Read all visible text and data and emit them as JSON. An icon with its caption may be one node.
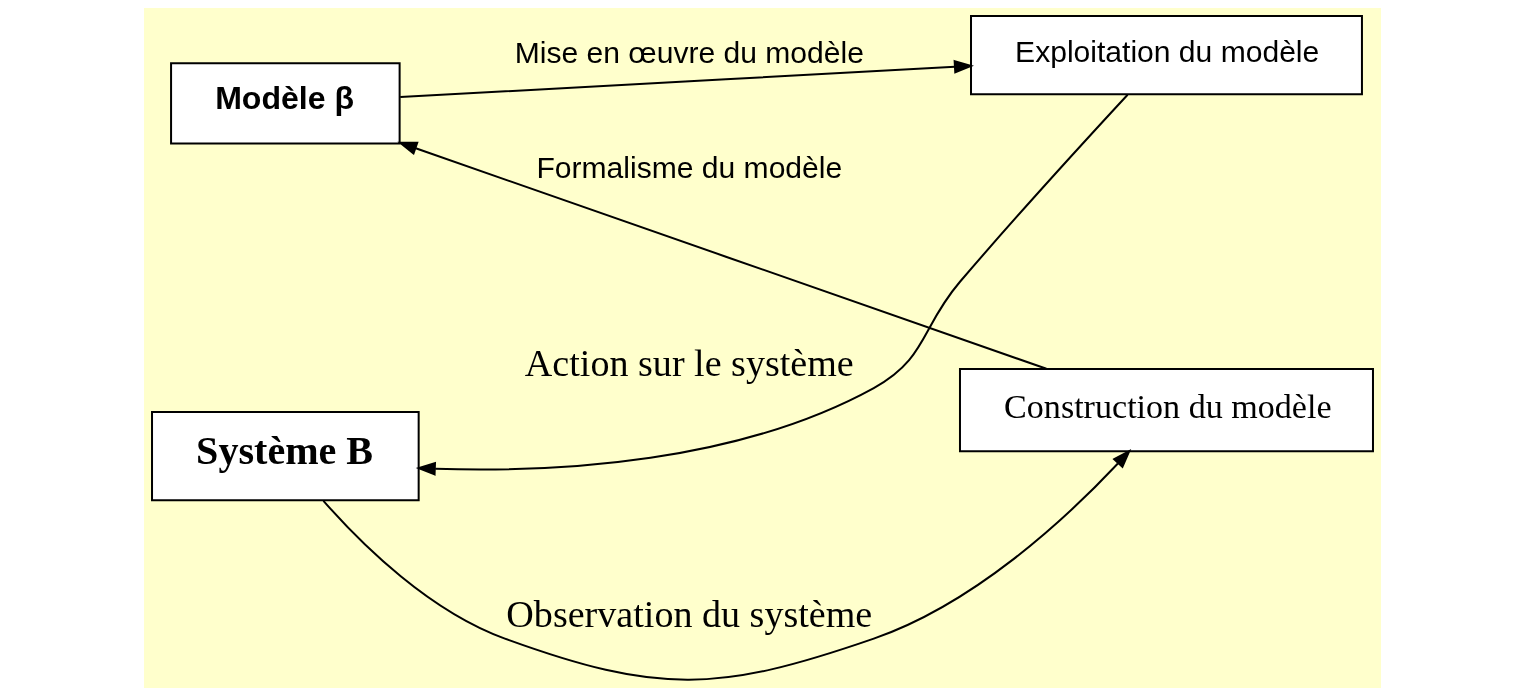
{
  "diagram": {
    "nodes": [
      {
        "text": [
          "Modèle β"
        ]
      },
      {
        "text": [
          "Exploitation du modèle"
        ]
      },
      {
        "text": [
          "Système B"
        ]
      },
      {
        "text": [
          "Construction du modèle"
        ]
      }
    ],
    "edges": [
      {
        "from": 3,
        "to": 0,
        "arrow": "to",
        "label": "Formalisme du modèle"
      },
      {
        "from": 0,
        "to": 1,
        "arrow": "to",
        "label": "Mise en œuvre du modèle"
      },
      {
        "from": 1,
        "to": 2,
        "arrow": "to",
        "label": "Action sur le système"
      },
      {
        "from": 2,
        "to": 3,
        "arrow": "to",
        "label": "Observation du système"
      }
    ]
  }
}
